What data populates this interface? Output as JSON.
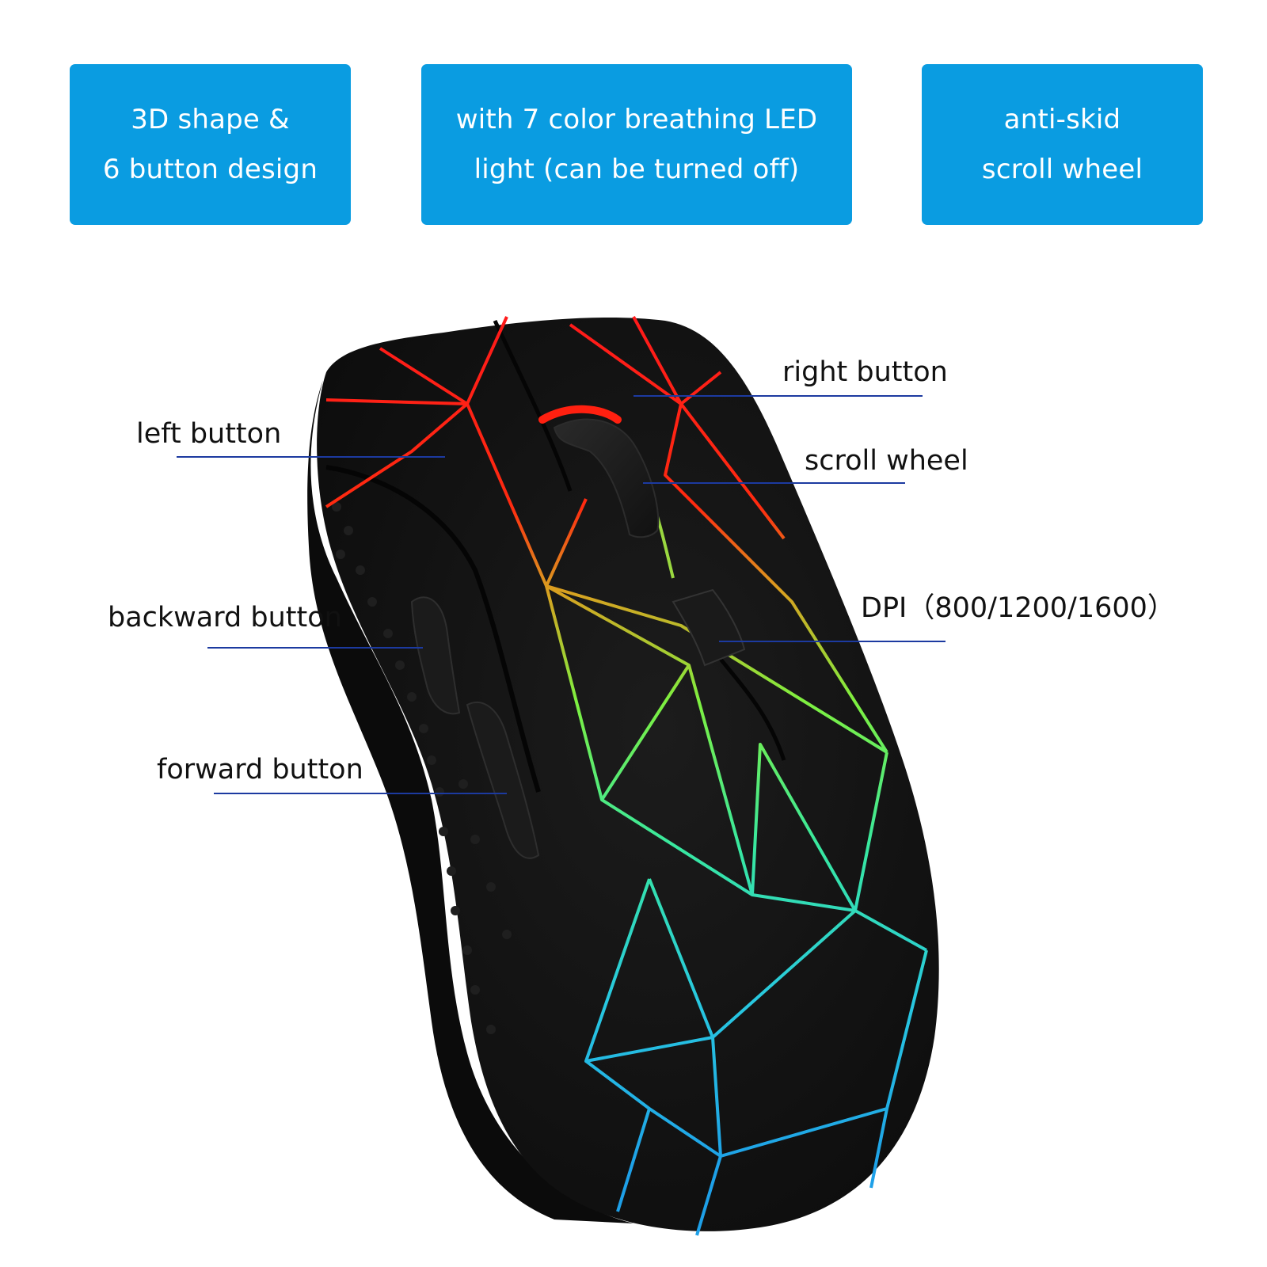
{
  "features": [
    {
      "lines": [
        "3D shape &",
        "6 button design"
      ]
    },
    {
      "lines": [
        "with 7 color breathing LED",
        "light (can be turned off)"
      ]
    },
    {
      "lines": [
        "anti-skid",
        "scroll wheel"
      ]
    }
  ],
  "callouts": {
    "right_button": "right button",
    "left_button": "left button",
    "scroll_wheel": "scroll wheel",
    "dpi": "DPI（800/1200/1600）",
    "backward_button": "backward button",
    "forward_button": "forward button"
  },
  "colors": {
    "feature_box": "#0a9ce1",
    "callout_line": "#1c3aa0",
    "mouse_body": "#121212"
  }
}
